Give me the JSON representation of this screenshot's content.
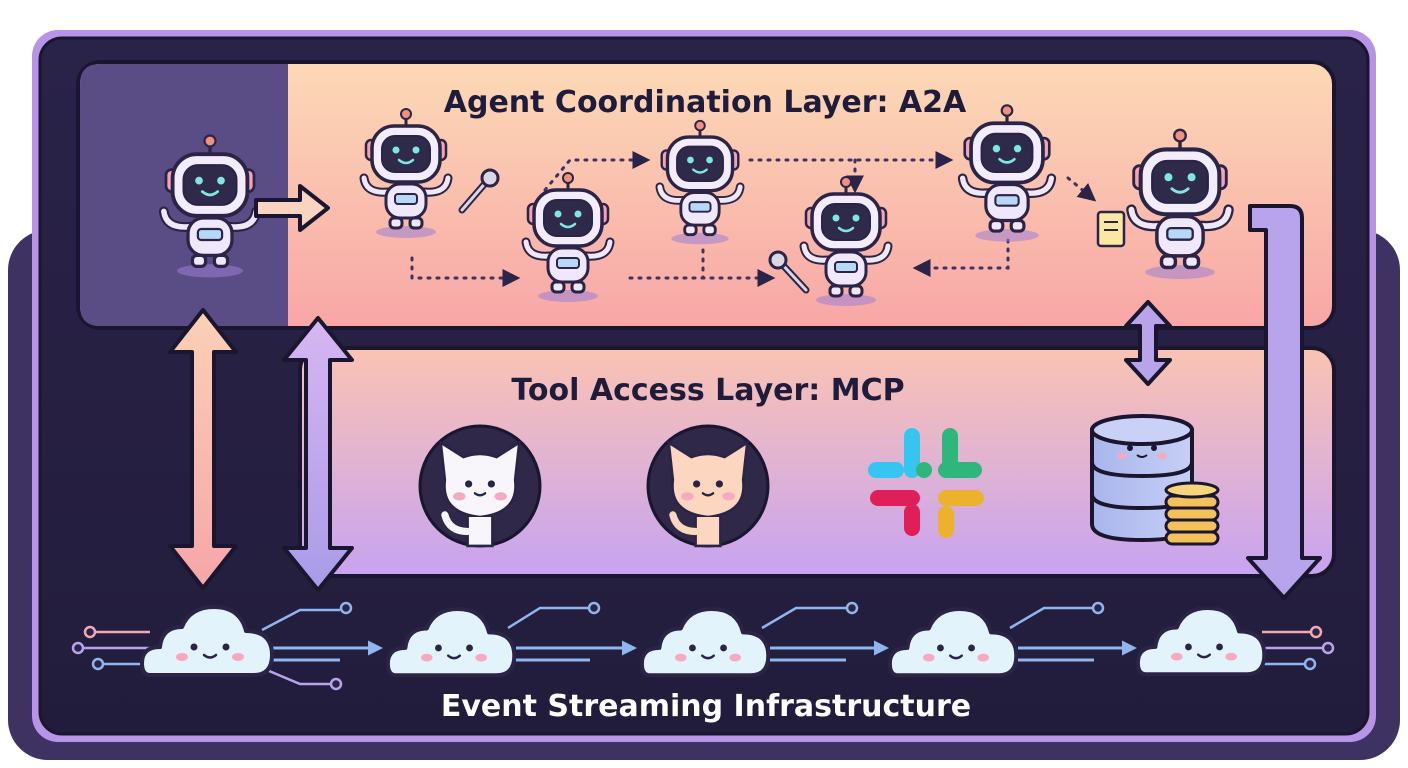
{
  "layers": {
    "agent": {
      "title": "Agent Coordination Layer: A2A"
    },
    "tool": {
      "title": "Tool Access Layer: MCP"
    },
    "stream": {
      "title": "Event Streaming Infrastructure"
    }
  },
  "colors": {
    "frame": "#2b2447",
    "frame_border": "#b794e6",
    "agent_panel_top": "#fcd7b6",
    "agent_panel_bottom": "#f9a7a6",
    "tool_panel_top": "#fbc1b4",
    "tool_panel_bottom": "#c9a2f0",
    "side_panel": "#5a4d86",
    "arrow_peach": "#f9b7ae",
    "arrow_lavender": "#b9a4ec",
    "cloud": "#e3f3fb",
    "stream_arrow": "#8fb6ef"
  },
  "icons": {
    "agents": [
      "robot-icon",
      "robot-icon",
      "robot-icon",
      "robot-icon",
      "robot-icon",
      "robot-icon",
      "robot-icon"
    ],
    "tools": [
      "github-icon",
      "github-icon",
      "slack-icon",
      "database-icon"
    ],
    "streams": [
      "cloud-icon",
      "cloud-icon",
      "cloud-icon",
      "cloud-icon",
      "cloud-icon"
    ]
  }
}
